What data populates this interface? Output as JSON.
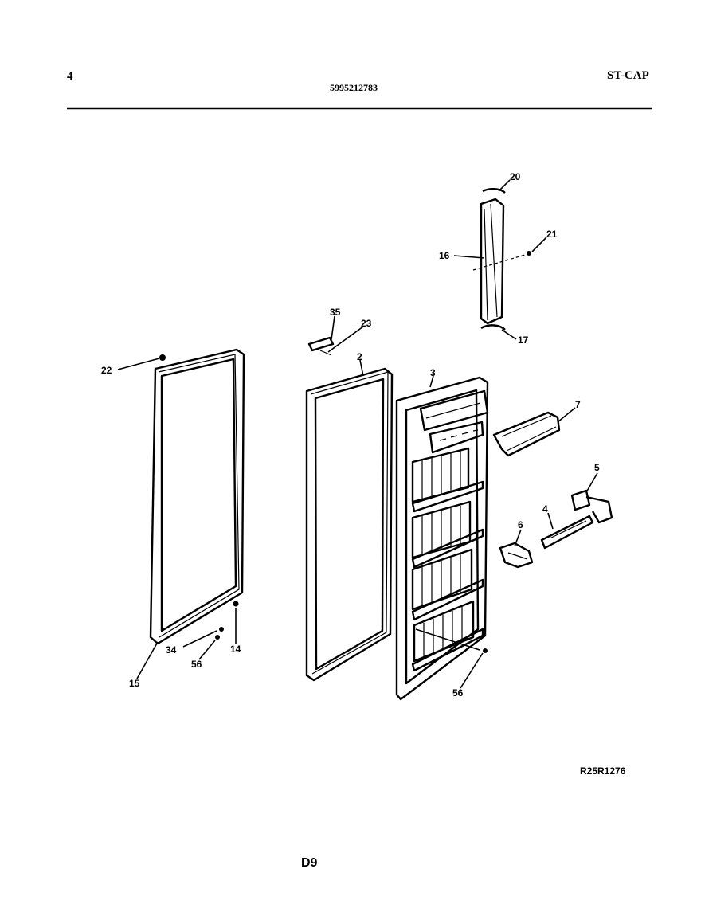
{
  "header": {
    "page_number": "4",
    "part_number": "5995212783",
    "model_code": "ST-CAP"
  },
  "diagram": {
    "figure_code": "R25R1276",
    "footer_code": "D9",
    "callouts": {
      "c20": "20",
      "c21": "21",
      "c16": "16",
      "c17": "17",
      "c35": "35",
      "c23": "23",
      "c22": "22",
      "c2": "2",
      "c3": "3",
      "c7": "7",
      "c5": "5",
      "c4": "4",
      "c6": "6",
      "c34": "34",
      "c56a": "56",
      "c14": "14",
      "c15": "15",
      "c56b": "56"
    }
  }
}
